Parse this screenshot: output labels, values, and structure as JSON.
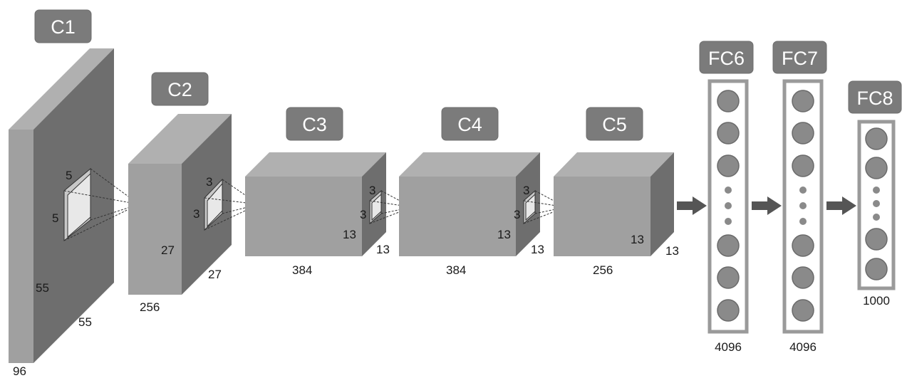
{
  "layers": {
    "c1": {
      "label": "C1",
      "dims": [
        "96",
        "55",
        "55"
      ],
      "kernel": [
        "5",
        "5"
      ]
    },
    "c2": {
      "label": "C2",
      "dims": [
        "256",
        "27",
        "27"
      ],
      "kernel": [
        "3",
        "3"
      ]
    },
    "c3": {
      "label": "C3",
      "dims": [
        "384"
      ],
      "kernel": [
        "3",
        "3"
      ],
      "side_dims": [
        "13",
        "13"
      ]
    },
    "c4": {
      "label": "C4",
      "dims": [
        "384"
      ],
      "kernel": [
        "3",
        "3"
      ],
      "side_dims": [
        "13",
        "13"
      ]
    },
    "c5": {
      "label": "C5",
      "dims": [
        "256"
      ],
      "side_dims": [
        "13",
        "13"
      ]
    },
    "fc6": {
      "label": "FC6",
      "size": "4096"
    },
    "fc7": {
      "label": "FC7",
      "size": "4096"
    },
    "fc8": {
      "label": "FC8",
      "size": "1000"
    }
  },
  "colors": {
    "box_fill": "#a0a0a0",
    "label_fill": "#7b7b7b",
    "side_fill": "#6e6e6e",
    "neuron_fill": "#8a8a8a"
  }
}
